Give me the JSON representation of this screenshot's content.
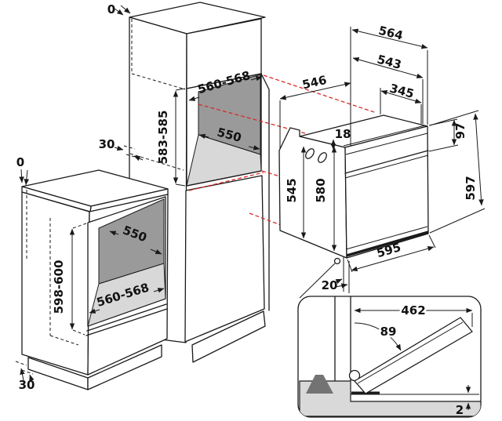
{
  "diagram_title": "built-in-oven-installation-dimensions",
  "units": "mm",
  "colors": {
    "line": "#1a1a1a",
    "projection_line": "#d92b2b",
    "niche_back_panel": "#9a9a9a",
    "niche_floor": "#d8d8d8",
    "detail_floor": "#d9d9d9",
    "adjustable_foot": "#737373"
  },
  "dims": {
    "upper_cabinet": {
      "top_clearance": "0",
      "rear_clearance": "30",
      "niche_height": "583-585",
      "niche_width": "560-568",
      "niche_depth": "550"
    },
    "base_cabinet": {
      "top_clearance": "0",
      "plinth_recess": "30",
      "niche_height": "598-600",
      "niche_depth": "550",
      "niche_width": "560-568"
    },
    "oven": {
      "depth_with_door": "564",
      "depth_body": "543",
      "depth_top": "546",
      "depth_front_section": "345",
      "top_trim": "18",
      "control_panel_height": "97",
      "rear_height": "545",
      "front_height": "580",
      "total_height": "597",
      "width": "595",
      "door_clearance": "20"
    },
    "door_detail": {
      "door_length": "462",
      "opening_angle": "89",
      "floor_clearance": "2"
    }
  }
}
